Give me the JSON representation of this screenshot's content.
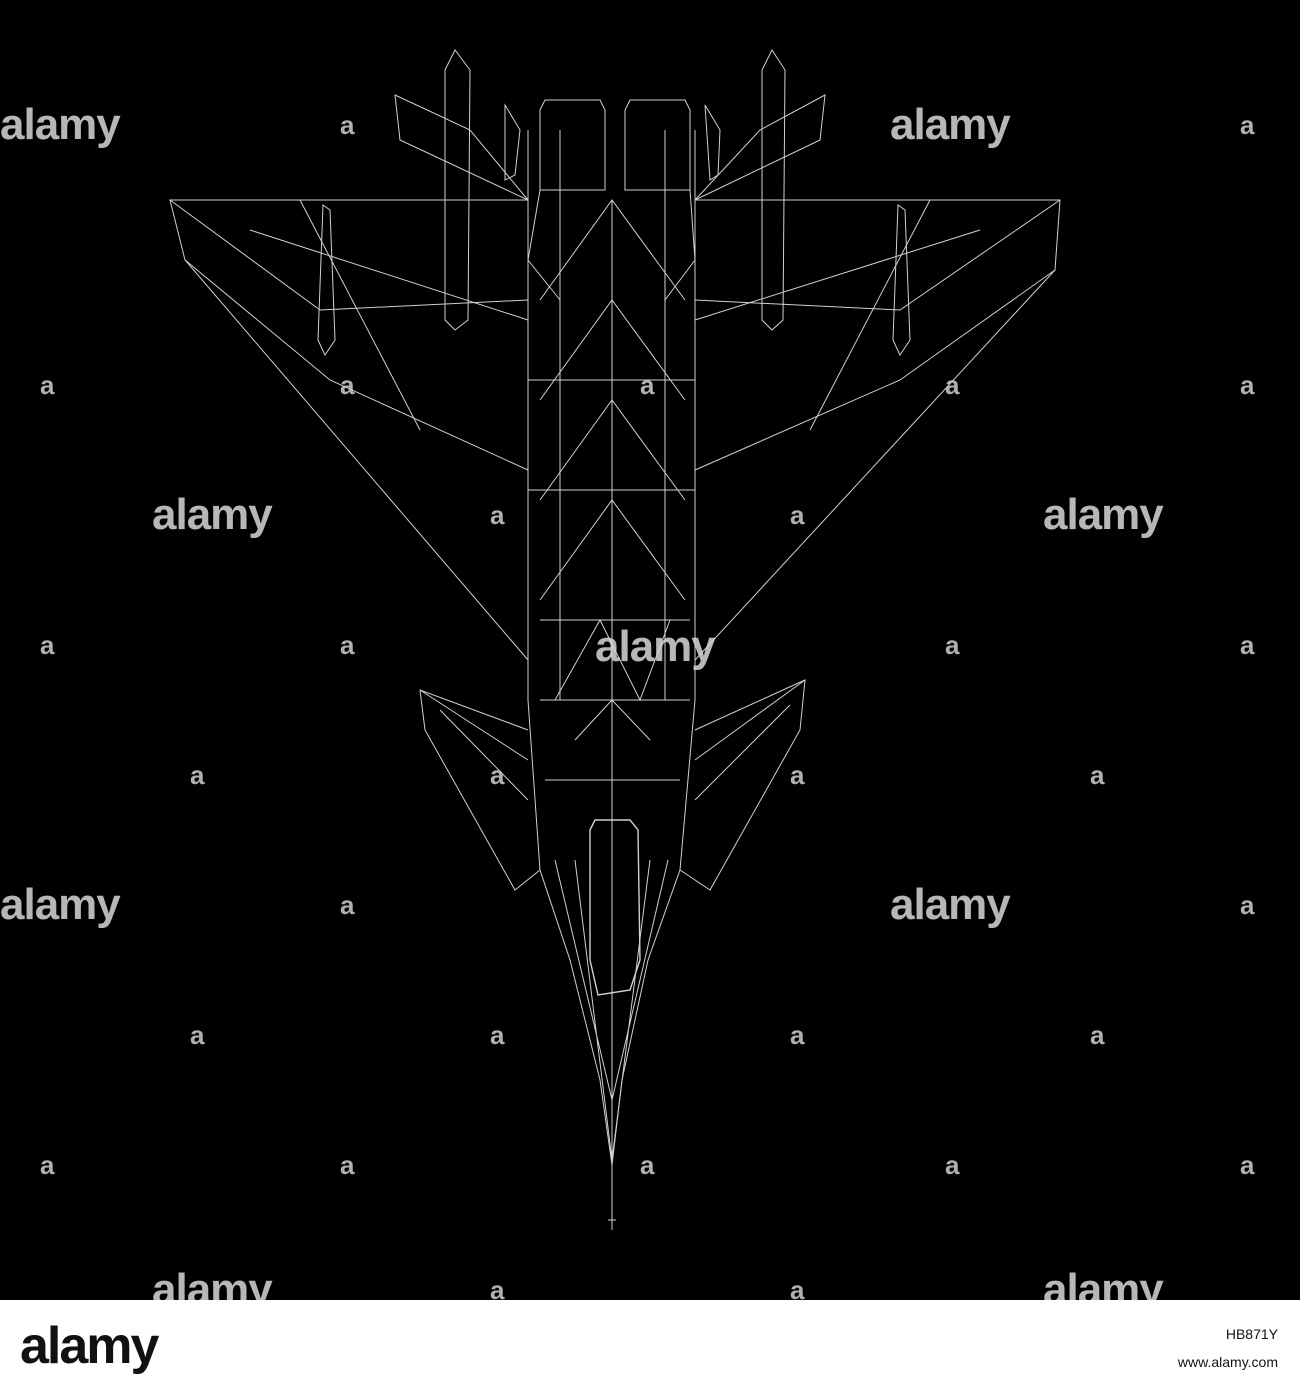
{
  "image": {
    "subject": "wireframe-jet-fighter-top-view",
    "background": "#000000",
    "line_color": "#e8e8e8"
  },
  "watermark": {
    "word": "alamy",
    "mark": "a"
  },
  "footer": {
    "logo": "alamy",
    "image_id": "HB871Y",
    "site": "www.alamy.com"
  }
}
